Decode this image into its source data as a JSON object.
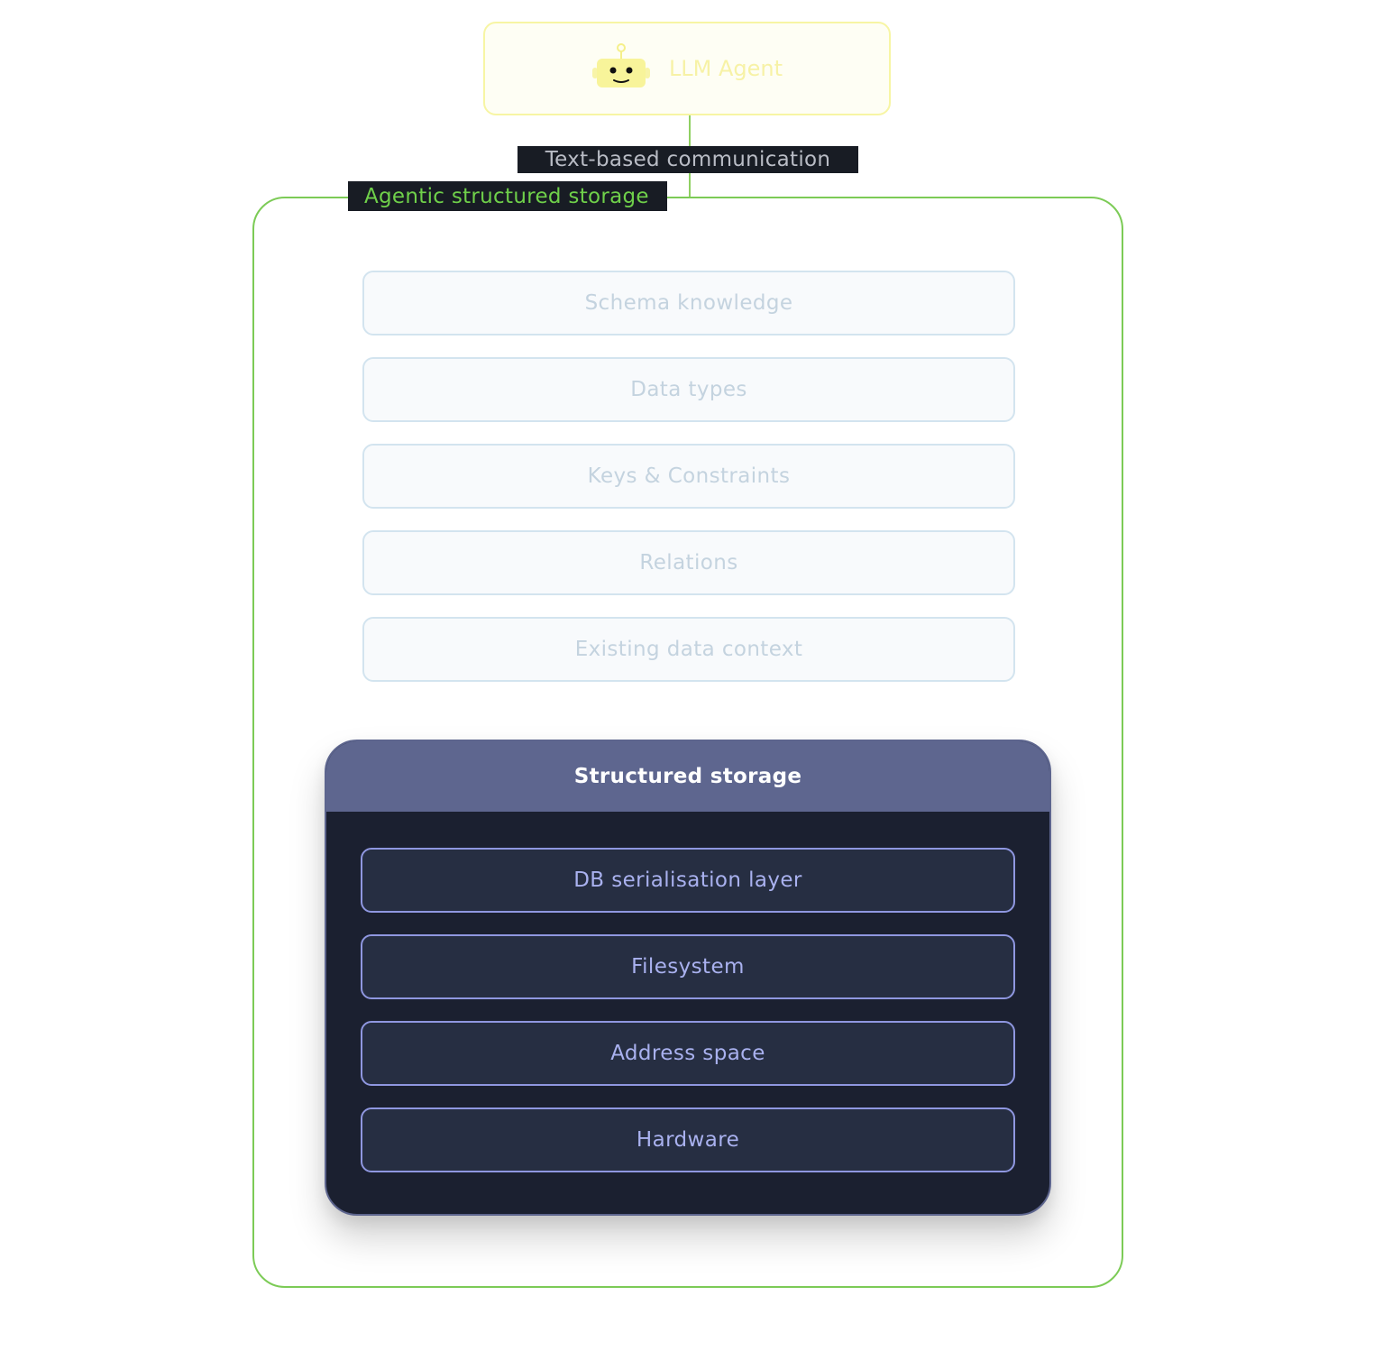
{
  "agent": {
    "label": "LLM Agent",
    "icon": "robot-icon"
  },
  "connector": {
    "label": "Text-based communication"
  },
  "container": {
    "label": "Agentic structured storage"
  },
  "layers": [
    {
      "label": "Schema knowledge"
    },
    {
      "label": "Data types"
    },
    {
      "label": "Keys & Constraints"
    },
    {
      "label": "Relations"
    },
    {
      "label": "Existing data context"
    }
  ],
  "storage": {
    "title": "Structured storage",
    "layers": [
      {
        "label": "DB serialisation layer"
      },
      {
        "label": "Filesystem"
      },
      {
        "label": "Address space"
      },
      {
        "label": "Hardware"
      }
    ]
  },
  "colors": {
    "agent_border": "#f7f5a4",
    "container_border": "#7ccb56",
    "storage_header": "#5e668f",
    "storage_body": "#1b2030",
    "storage_layer_border": "#8f97e0"
  }
}
